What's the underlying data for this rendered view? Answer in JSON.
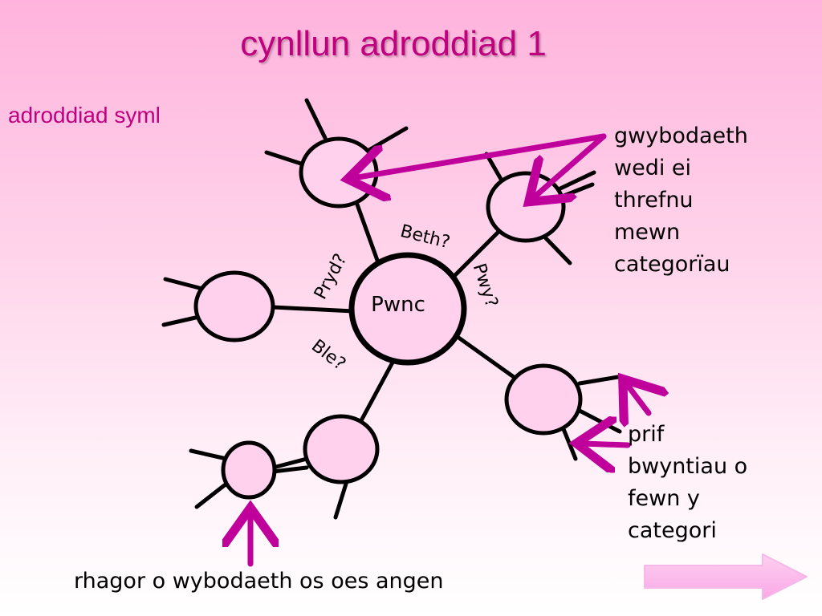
{
  "title": "cynllun adroddiad 1",
  "subtitle": "adroddiad syml",
  "diagram": {
    "center_label": "Pwnc",
    "questions": {
      "beth": "Beth?",
      "pryd": "Pryd?",
      "pwy": "Pwy?",
      "ble": "Ble?"
    }
  },
  "annotations": {
    "organised_info": "gwybodaeth\nwedi ei\nthrefnu\nmewn\ncategorïau",
    "main_points": "prif\nbwyntiau o\nfewn y\ncategori",
    "more_info": "rhagor o wybodaeth os oes angen"
  },
  "colors": {
    "title": "#c0007f",
    "arrow": "#c0009a",
    "node_fill": "#ffd1ec"
  },
  "nav": {
    "next_icon": "right-arrow-icon"
  }
}
